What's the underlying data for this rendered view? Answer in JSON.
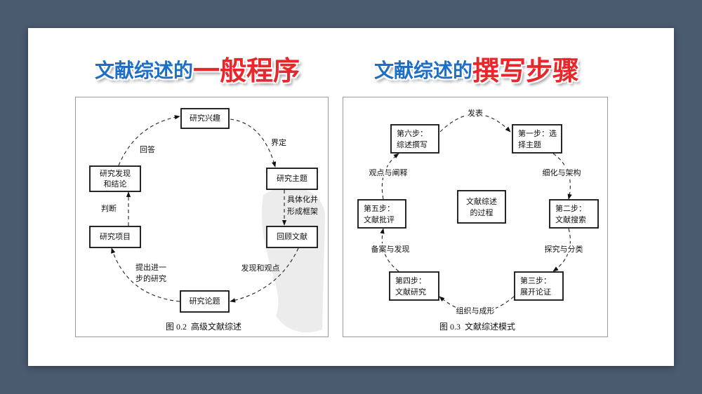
{
  "theme": {
    "page_background": "#4a5a6f",
    "slide_background": "#ffffff",
    "title_blue": "#1c6fc4",
    "title_red": "#e8262b",
    "diagram_ink": "#111111"
  },
  "titles": {
    "left": {
      "prefix": "文献综述的",
      "highlight": "一般程序"
    },
    "right": {
      "prefix": "文献综述的",
      "highlight": "撰写步骤"
    }
  },
  "figure_general": {
    "caption": "图 0.2  高级文献综述",
    "nodes": [
      {
        "lines": [
          "研究兴趣"
        ]
      },
      {
        "lines": [
          "研究主题"
        ]
      },
      {
        "lines": [
          "回顾文献"
        ]
      },
      {
        "lines": [
          "研究论题"
        ]
      },
      {
        "lines": [
          "研究项目"
        ]
      },
      {
        "lines": [
          "研究发现",
          "和结论"
        ]
      }
    ],
    "edges": [
      {
        "lines": [
          "界定"
        ]
      },
      {
        "lines": [
          "具体化并",
          "形成框架"
        ]
      },
      {
        "lines": [
          "发现和观点"
        ]
      },
      {
        "lines": [
          "提出进一",
          "步的研究"
        ]
      },
      {
        "lines": [
          "判断"
        ]
      },
      {
        "lines": [
          "回答"
        ]
      }
    ]
  },
  "figure_steps": {
    "caption": "图 0.3  文献综述模式",
    "center": {
      "lines": [
        "文献综述",
        "的过程"
      ]
    },
    "nodes": [
      {
        "lines": [
          "第一步：选",
          "择主题"
        ]
      },
      {
        "lines": [
          "第二步：",
          "文献搜索"
        ]
      },
      {
        "lines": [
          "第三步：",
          "展开论证"
        ]
      },
      {
        "lines": [
          "第四步：",
          "文献研究"
        ]
      },
      {
        "lines": [
          "第五步：",
          "文献批评"
        ]
      },
      {
        "lines": [
          "第六步：",
          "综述撰写"
        ]
      }
    ],
    "edges": [
      {
        "lines": [
          "细化与架构"
        ]
      },
      {
        "lines": [
          "探究与分类"
        ]
      },
      {
        "lines": [
          "组织与成形"
        ]
      },
      {
        "lines": [
          "备案与发现"
        ]
      },
      {
        "lines": [
          "观点与阐释"
        ]
      },
      {
        "lines": [
          "发表"
        ]
      }
    ]
  }
}
